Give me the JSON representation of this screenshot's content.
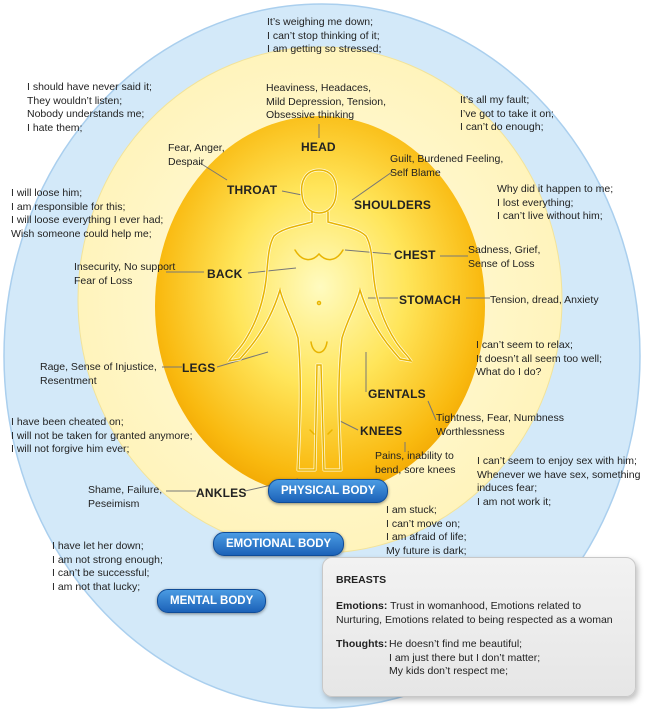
{
  "body_labels": {
    "physical": "PHYSICAL BODY",
    "emotional": "EMOTIONAL BODY",
    "mental": "MENTAL BODY"
  },
  "parts": {
    "head": "HEAD",
    "throat": "THROAT",
    "shoulders": "SHOULDERS",
    "chest": "CHEST",
    "back": "BACK",
    "stomach": "STOMACH",
    "legs": "LEGS",
    "gentals": "GENTALS",
    "knees": "KNEES",
    "ankles": "ANKLES"
  },
  "emotions": {
    "head": "Heaviness, Headaces,\nMild Depression, Tension,\nObsessive thinking",
    "throat": "Fear, Anger,\nDespair",
    "shoulders": "Guilt, Burdened Feeling,\nSelf Blame",
    "chest": "Sadness, Grief,\nSense of Loss",
    "back": "Insecurity, No support\nFear of Loss",
    "stomach": "Tension, dread, Anxiety",
    "legs": "Rage, Sense of Injustice,\nResentment",
    "gentals": "Tightness, Fear, Numbness\nWorthlessness",
    "knees": "Pains, inability to\nbend, sore knees",
    "ankles": "Shame, Failure,\nPeseimism"
  },
  "thoughts": {
    "head": "It’s weighing me down;\nI can’t stop thinking of it;\nI am getting so stressed;",
    "throat": "I should have never said it;\nThey wouldn’t listen;\nNobody understands me;\nI hate them;",
    "shoulders": "It’s all my fault;\nI’ve got to take it on;\nI can’t do enough;",
    "chest": "Why did it happen to me;\nI lost everything;\nI can’t live without him;",
    "back": "I will loose him;\nI am responsible for this;\nI will loose everything I ever had;\nWish someone could help me;",
    "stomach": "I can’t seem to relax;\nIt doesn’t all seem too well;\nWhat do I do?",
    "legs": "I have been cheated on;\nI will not be taken for granted anymore;\nI will not forgive him ever;",
    "gentals": "I can’t seem to enjoy sex with him;\nWhenever we have sex, something\ninduces fear;\nI am not work it;",
    "knees": "I am stuck;\nI can’t move on;\nI am afraid of life;\nMy future is dark;",
    "ankles": "I have let her down;\nI am not strong enough;\nI can’t be successful;\nI am not that lucky;"
  },
  "info_box": {
    "title": "BREASTS",
    "emotions_label": "Emotions:",
    "emotions_text": "Trust in womanhood, Emotions related to Nurturing, Emotions related to being respected as a woman",
    "thoughts_label": "Thoughts:",
    "thoughts_lines": "He doesn’t find me beautiful;\nI am just there but I don’t matter;\nMy kids don’t respect me;"
  },
  "colors": {
    "outer_ring": "#cfe7f8",
    "middle_ring": "#fff6c8",
    "core_center": "#fff8b0",
    "core_edge": "#f4a800",
    "figure_outline": "#fff9d8",
    "pill": "#2a78cc"
  }
}
